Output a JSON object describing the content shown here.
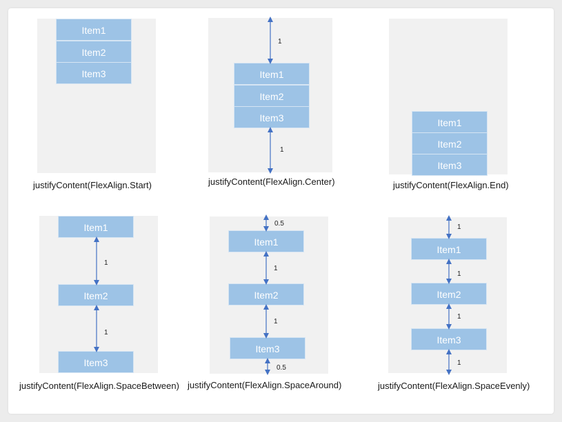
{
  "items": [
    "Item1",
    "Item2",
    "Item3"
  ],
  "captions": {
    "start": "justifyContent(FlexAlign.Start)",
    "center": "justifyContent(FlexAlign.Center)",
    "end": "justifyContent(FlexAlign.End)",
    "space_between": "justifyContent(FlexAlign.SpaceBetween)",
    "space_around": "justifyContent(FlexAlign.SpaceAround)",
    "space_evenly": "justifyContent(FlexAlign.SpaceEvenly)"
  },
  "labels": {
    "one": "1",
    "half": "0.5"
  },
  "colors": {
    "item_fill": "#9dc3e6",
    "panel_bg": "#f1f1f1",
    "arrow": "#4472c4"
  }
}
